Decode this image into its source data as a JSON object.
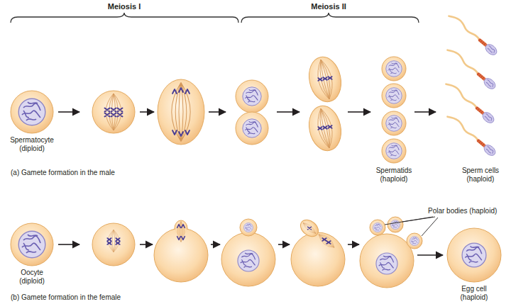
{
  "diagram": {
    "labels": [
      "Meiosis I",
      "Meiosis II",
      "Spermatocyte (diploid)",
      "Spermatids (haploid)",
      "Sperm cells (haploid)",
      "(a) Gamete formation in the male",
      "Polar bodies (haploid)",
      "Oocyte (diploid)",
      "Egg cell (haploid)",
      "(b) Gamete formation in the female"
    ]
  }
}
